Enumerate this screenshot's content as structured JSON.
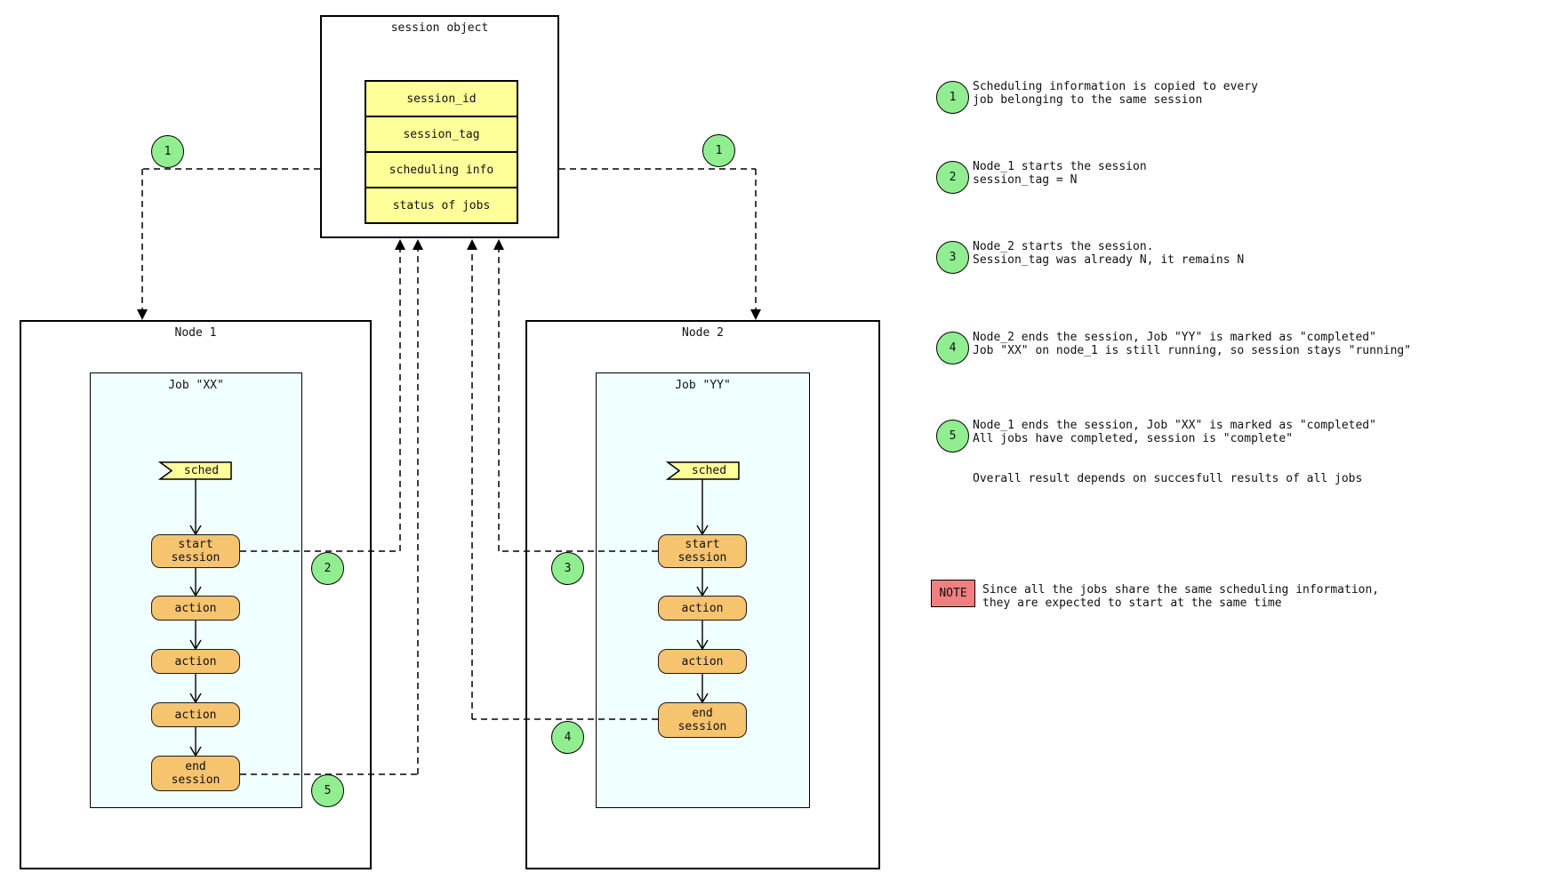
{
  "colors": {
    "badge_green": "#90ee90",
    "field_yellow": "#ffff99",
    "step_orange": "#f6c36f",
    "job_azure": "#f0ffff",
    "note_red": "#f08080",
    "line_black": "#000000"
  },
  "session_object": {
    "title": "session object",
    "fields": [
      "session_id",
      "session_tag",
      "scheduling info",
      "status of jobs"
    ]
  },
  "nodes": {
    "node1": {
      "title": "Node 1",
      "job_title": "Job \"XX\"",
      "sched_label": "sched",
      "steps": [
        "start\nsession",
        "action",
        "action",
        "action",
        "end\nsession"
      ]
    },
    "node2": {
      "title": "Node 2",
      "job_title": "Job \"YY\"",
      "sched_label": "sched",
      "steps": [
        "start\nsession",
        "action",
        "action",
        "end\nsession"
      ]
    }
  },
  "connectors": {
    "c1": "1",
    "c2": "2",
    "c3": "3",
    "c4": "4",
    "c5": "5"
  },
  "legend": {
    "items": [
      {
        "num": "1",
        "text": "Scheduling information is copied to every\njob belonging to the same session"
      },
      {
        "num": "2",
        "text": "Node_1 starts the session\nsession_tag = N"
      },
      {
        "num": "3",
        "text": "Node_2 starts the session.\nSession_tag was already N, it remains N"
      },
      {
        "num": "4",
        "text": "Node_2 ends the session, Job \"YY\" is marked as \"completed\"\nJob \"XX\" on node_1 is still running, so session stays \"running\""
      },
      {
        "num": "5",
        "text": "Node_1 ends the session, Job \"XX\" is marked as \"completed\"\nAll jobs have completed, session is \"complete\""
      }
    ],
    "overall": "Overall result depends on succesfull results of all jobs"
  },
  "note": {
    "label": "NOTE",
    "text": "Since all the jobs share the same scheduling information,\nthey are expected to start at the same time"
  }
}
